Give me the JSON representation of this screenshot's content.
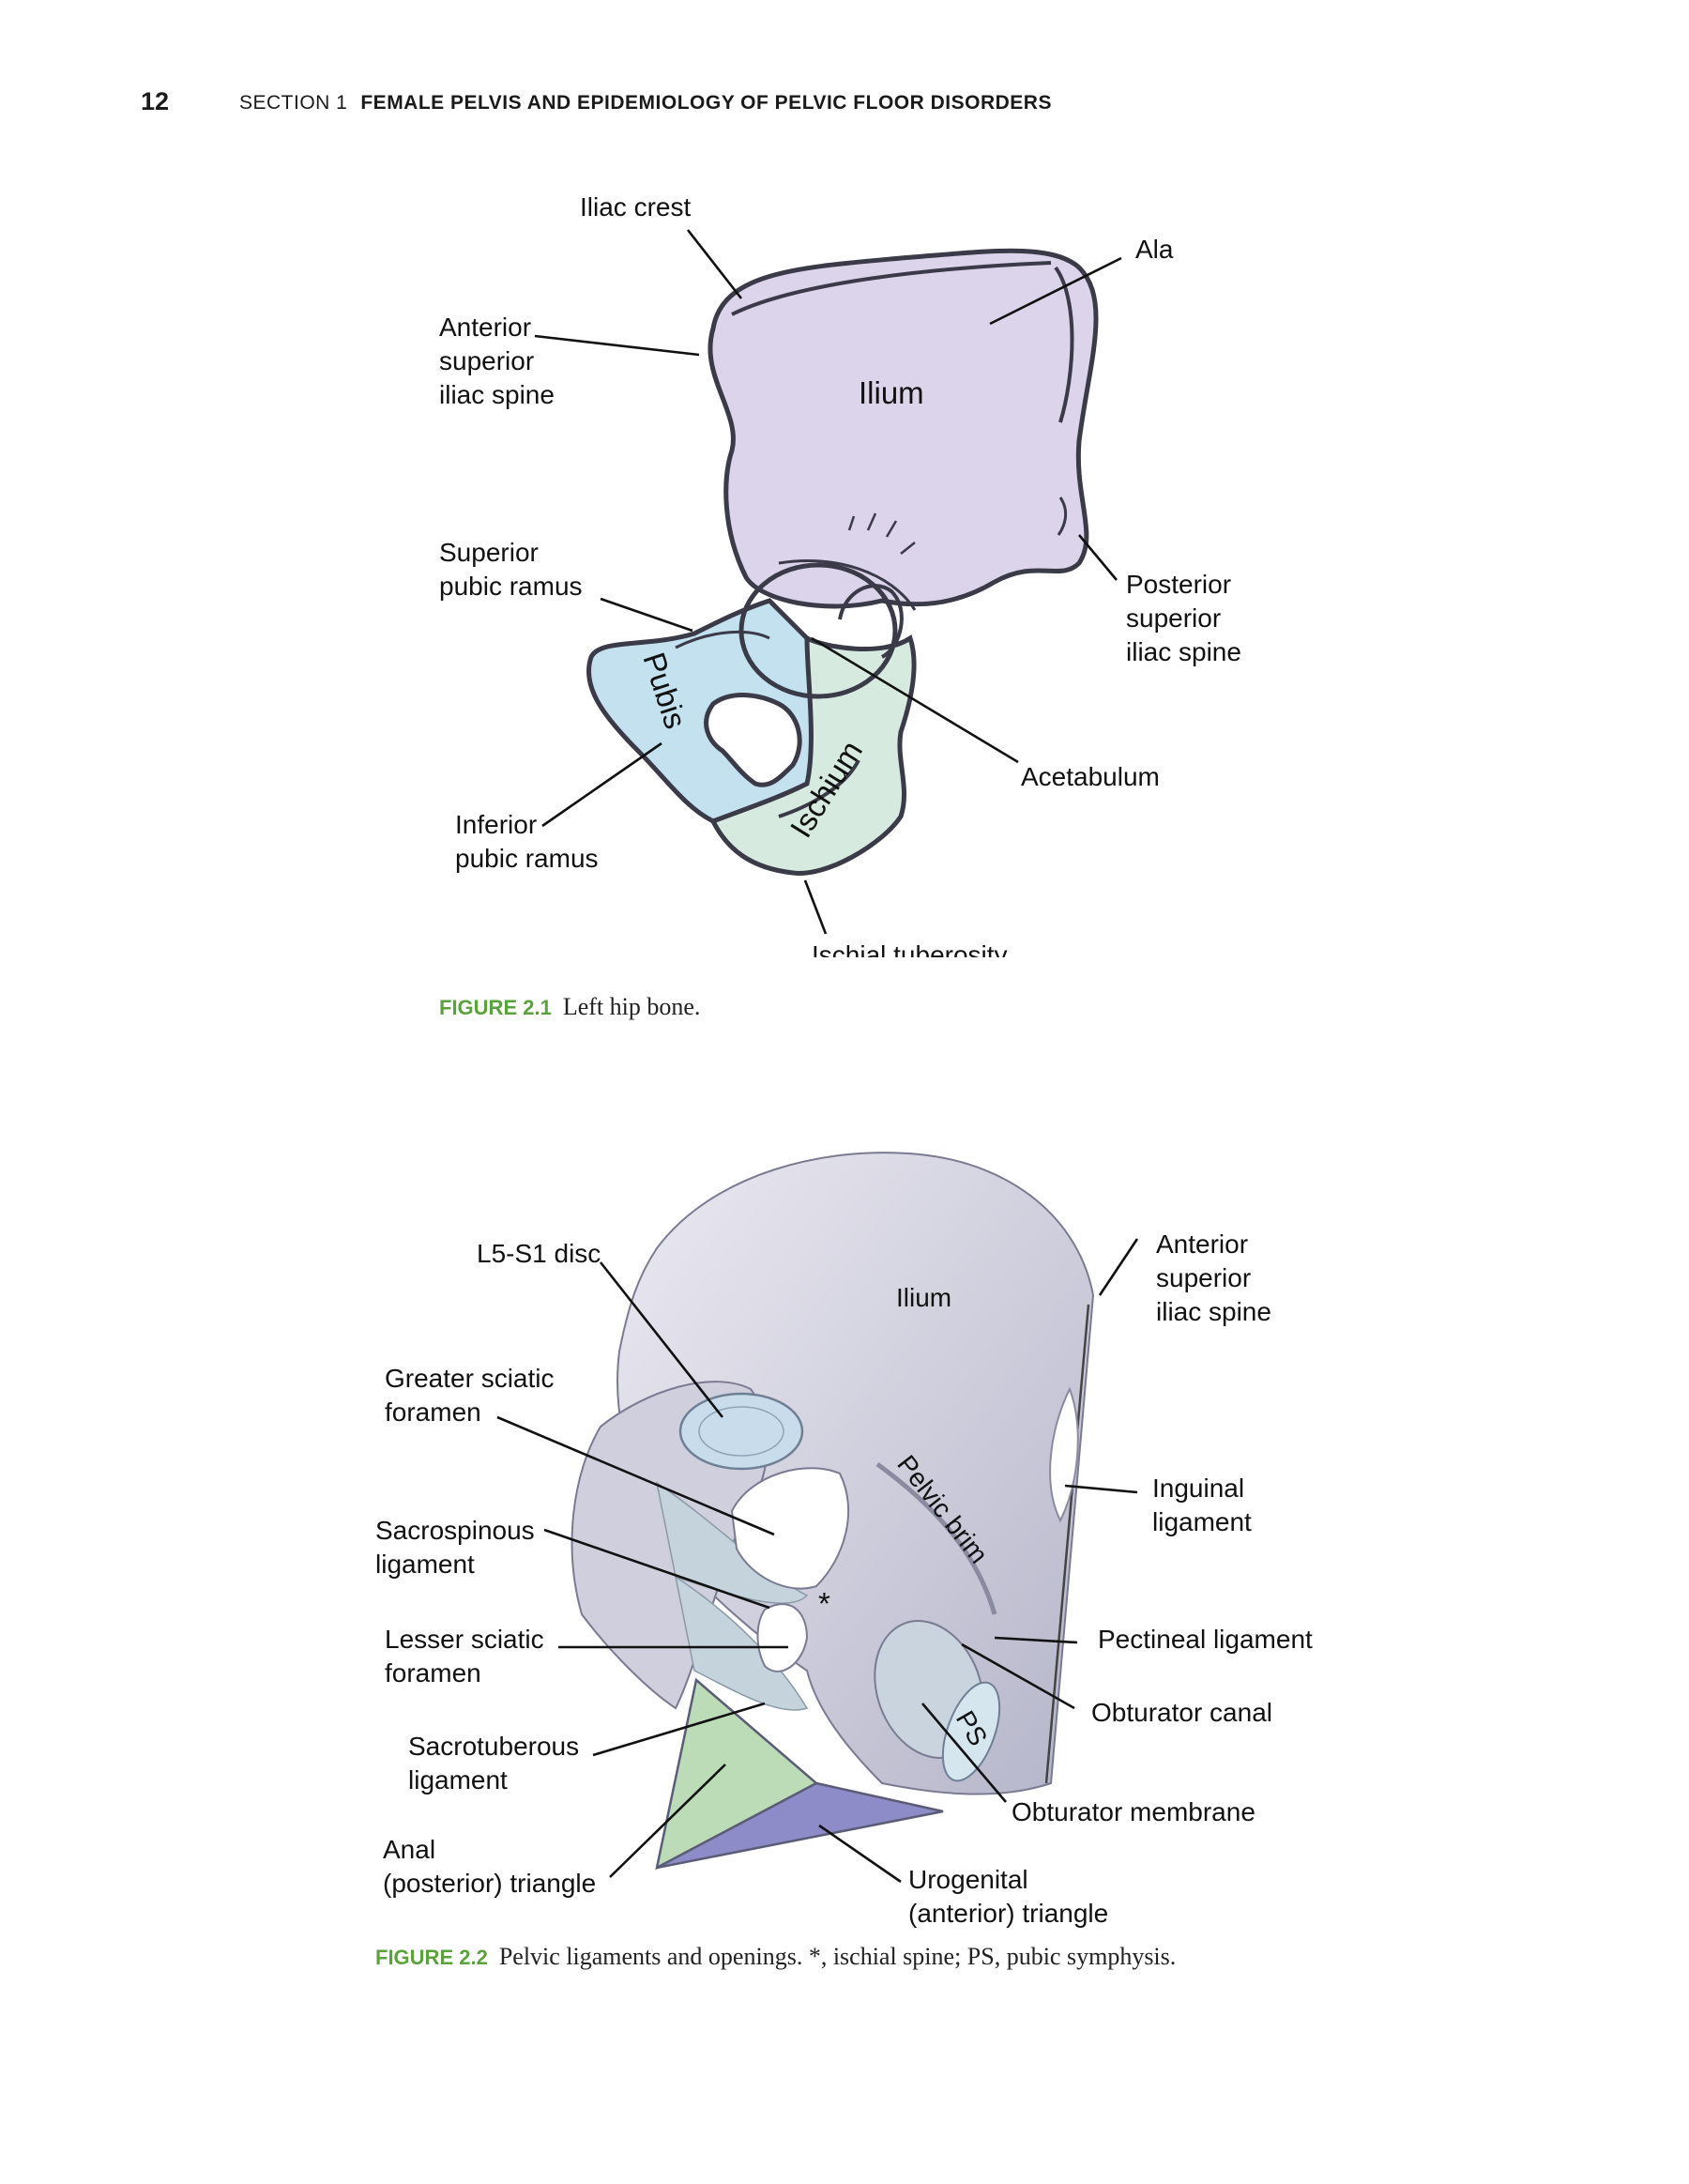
{
  "header": {
    "page_number": "12",
    "section": "SECTION 1",
    "section_title": "FEMALE PELVIS AND EPIDEMIOLOGY OF PELVIC FLOOR DISORDERS"
  },
  "figure1": {
    "labels": {
      "iliac_crest": "Iliac crest",
      "ala": "Ala",
      "asis_1": "Anterior",
      "asis_2": "superior",
      "asis_3": "iliac spine",
      "ilium": "Ilium",
      "spr_1": "Superior",
      "spr_2": "pubic ramus",
      "psis_1": "Posterior",
      "psis_2": "superior",
      "psis_3": "iliac spine",
      "pubis": "Pubis",
      "ischium": "Ischium",
      "acetabulum": "Acetabulum",
      "ipr_1": "Inferior",
      "ipr_2": "pubic ramus",
      "ischial_tuberosity": "Ischial tuberosity"
    },
    "caption_number": "FIGURE 2.1",
    "caption_text": "Left hip bone.",
    "colors": {
      "ilium": "#dcd4ea",
      "pubis": "#c3e1ef",
      "ischium": "#d6eadf",
      "outline": "#3a3a48"
    }
  },
  "figure2": {
    "labels": {
      "l5s1": "L5-S1 disc",
      "ilium": "Ilium",
      "asis_1": "Anterior",
      "asis_2": "superior",
      "asis_3": "iliac spine",
      "gsf_1": "Greater sciatic",
      "gsf_2": "foramen",
      "inguinal_1": "Inguinal",
      "inguinal_2": "ligament",
      "pelvic_brim": "Pelvic brim",
      "ssl_1": "Sacrospinous",
      "ssl_2": "ligament",
      "asterisk": "*",
      "pectineal": "Pectineal ligament",
      "lsf_1": "Lesser sciatic",
      "lsf_2": "foramen",
      "obturator_canal": "Obturator canal",
      "ps": "PS",
      "stl_1": "Sacrotuberous",
      "stl_2": "ligament",
      "obturator_membrane": "Obturator membrane",
      "anal_1": "Anal",
      "anal_2": "(posterior) triangle",
      "uro_1": "Urogenital",
      "uro_2": "(anterior) triangle"
    },
    "caption_number": "FIGURE 2.2",
    "caption_text": "Pelvic ligaments and openings. *, ischial spine; PS, pubic symphysis.",
    "colors": {
      "bone": "#d9d9e6",
      "bone_shade": "#b7b8cc",
      "ligament": "#c5d3dd",
      "anal_triangle": "#bcdcb8",
      "urogenital_triangle": "#8e8cc8",
      "foramen": "#ffffff"
    }
  }
}
